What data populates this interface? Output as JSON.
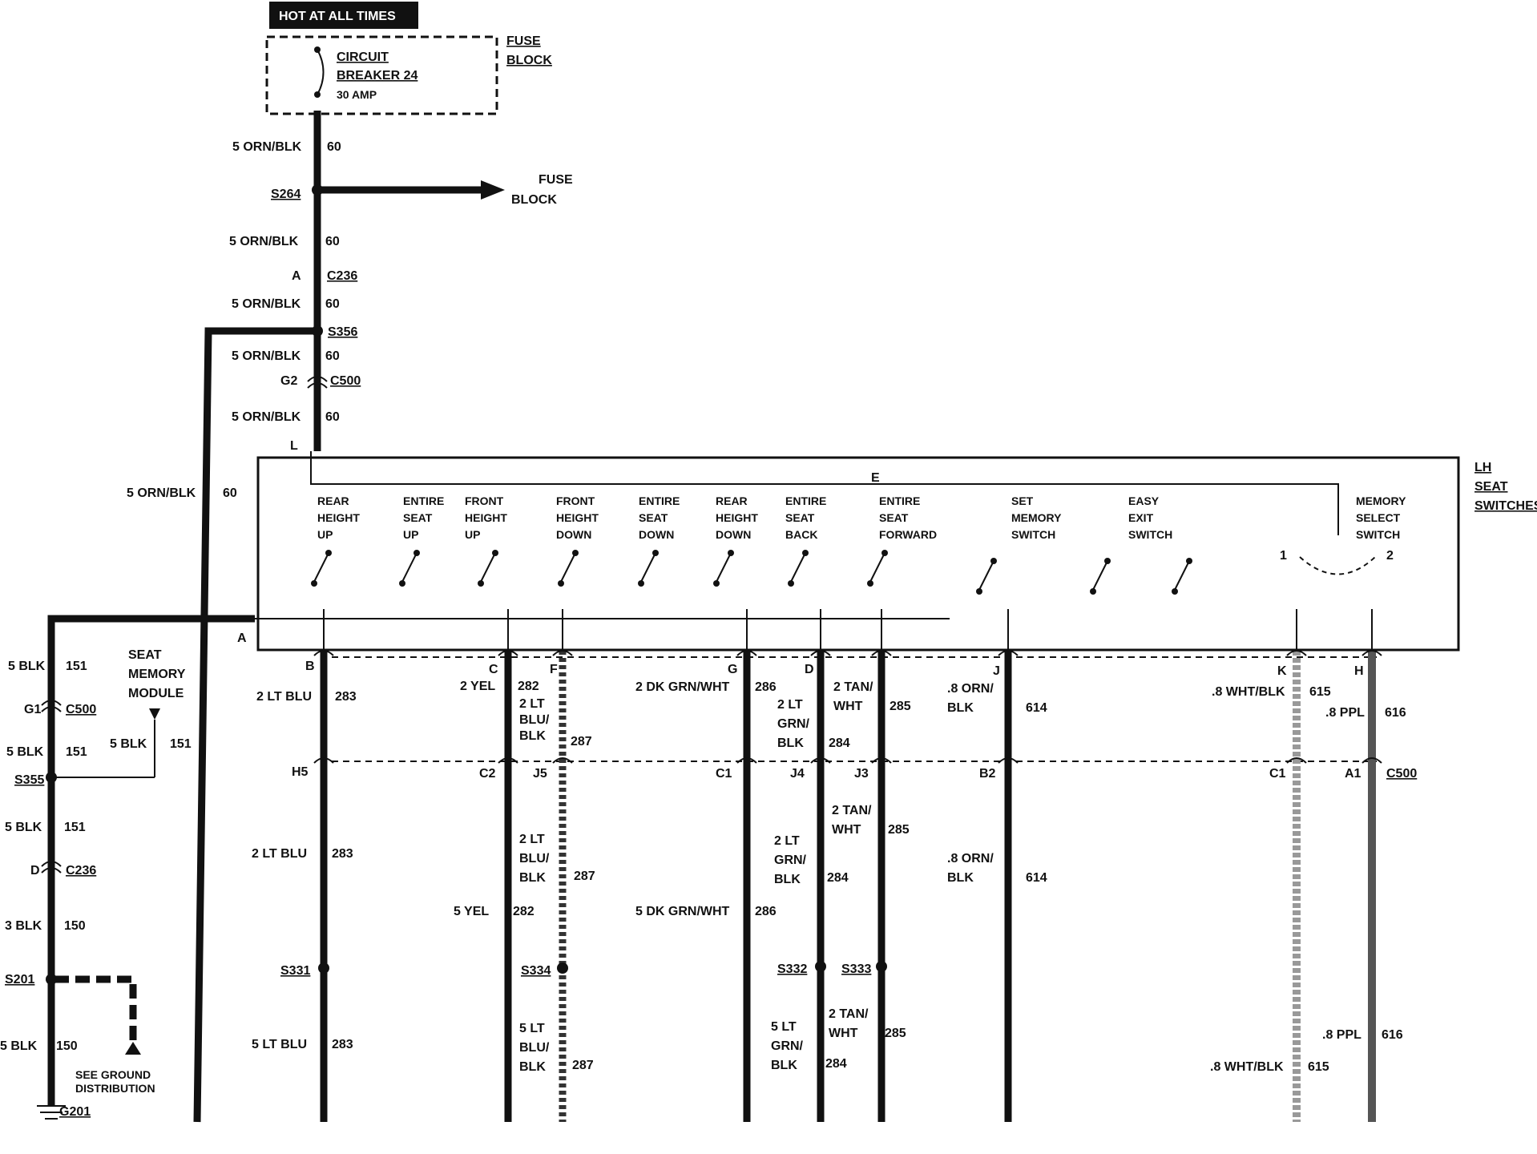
{
  "banner": "HOT AT ALL TIMES",
  "fuse_block_top": {
    "label_1": "FUSE",
    "label_2": "BLOCK",
    "breaker_1": "CIRCUIT",
    "breaker_2": "BREAKER 24",
    "rating": "30 AMP"
  },
  "fuse_block_arrow": {
    "label_1": "FUSE",
    "label_2": "BLOCK"
  },
  "main_feed": {
    "wire_1": "5 ORN/BLK",
    "circuit_1": "60",
    "splice_s264": "S264",
    "wire_2": "5 ORN/BLK",
    "circuit_2": "60",
    "pin_a": "A",
    "connector_c236": "C236",
    "wire_3": "5 ORN/BLK",
    "circuit_3": "60",
    "splice_s356": "S356",
    "wire_4": "5 ORN/BLK",
    "circuit_4": "60",
    "pin_g2": "G2",
    "connector_c500": "C500",
    "wire_5": "5 ORN/BLK",
    "circuit_5": "60",
    "pin_l": "L"
  },
  "branch_feed": {
    "wire": "5 ORN/BLK",
    "circuit": "60"
  },
  "lh_seat_switches": {
    "title_1": "LH",
    "title_2": "SEAT",
    "title_3": "SWITCHES",
    "switches": [
      {
        "l1": "REAR",
        "l2": "HEIGHT",
        "l3": "UP"
      },
      {
        "l1": "ENTIRE",
        "l2": "SEAT",
        "l3": "UP"
      },
      {
        "l1": "FRONT",
        "l2": "HEIGHT",
        "l3": "UP"
      },
      {
        "l1": "FRONT",
        "l2": "HEIGHT",
        "l3": "DOWN"
      },
      {
        "l1": "ENTIRE",
        "l2": "SEAT",
        "l3": "DOWN"
      },
      {
        "l1": "REAR",
        "l2": "HEIGHT",
        "l3": "DOWN"
      },
      {
        "l1": "ENTIRE",
        "l2": "SEAT",
        "l3": "BACK"
      },
      {
        "l1": "ENTIRE",
        "l2": "SEAT",
        "l3": "FORWARD"
      },
      {
        "l1": "SET",
        "l2": "MEMORY",
        "l3": "SWITCH"
      },
      {
        "l1": "EASY",
        "l2": "EXIT",
        "l3": "SWITCH"
      },
      {
        "l1": "MEMORY",
        "l2": "SELECT",
        "l3": "SWITCH"
      }
    ],
    "memory_pos_1": "1",
    "memory_pos_2": "2",
    "pin_a": "A"
  },
  "ground_side": {
    "wire_1": "5 BLK",
    "circuit_1": "151",
    "module_1": "SEAT",
    "module_2": "MEMORY",
    "module_3": "MODULE",
    "pin_g1": "G1",
    "connector_c500": "C500",
    "wire_2": "5 BLK",
    "circuit_2": "151",
    "module_wire": "5 BLK",
    "module_circuit": "151",
    "splice_s355": "S355",
    "wire_3": "5 BLK",
    "circuit_3": "151",
    "pin_d": "D",
    "connector_c236": "C236",
    "wire_4": "3 BLK",
    "circuit_4": "150",
    "splice_s201": "S201",
    "wire_5": "5 BLK",
    "circuit_5": "150",
    "see_1": "SEE GROUND",
    "see_2": "DISTRIBUTION",
    "ground": "G201"
  },
  "outputs": {
    "pin_b": "B",
    "pin_c": "C",
    "pin_f": "F",
    "pin_g": "G",
    "pin_d": "D",
    "pin_e": "E",
    "pin_j": "J",
    "pin_k": "K",
    "pin_h": "H",
    "w283a": "2 LT BLU",
    "c283a": "283",
    "w282a": "2 YEL",
    "c282a": "282",
    "w287a_1": "2 LT",
    "w287a_2": "BLU/",
    "w287a_3": "BLK",
    "c287a": "287",
    "w286a": "2 DK GRN/WHT",
    "c286a": "286",
    "w284a_1": "2 LT",
    "w284a_2": "GRN/",
    "w284a_3": "BLK",
    "c284a": "284",
    "w285a_1": "2 TAN/",
    "w285a_2": "WHT",
    "c285a": "285",
    "w614a_1": ".8 ORN/",
    "w614a_2": "BLK",
    "c614a": "614",
    "w615a": ".8 WHT/BLK",
    "c615a": "615",
    "w616a": ".8 PPL",
    "c616a": "616",
    "pin_h5": "H5",
    "pin_c2": "C2",
    "pin_j5": "J5",
    "pin_c1": "C1",
    "pin_j4": "J4",
    "pin_j3": "J3",
    "pin_b2": "B2",
    "pin_c1b": "C1",
    "pin_a1": "A1",
    "connector_c500": "C500",
    "w283b": "2 LT BLU",
    "c283b": "283",
    "w287b_1": "2 LT",
    "w287b_2": "BLU/",
    "w287b_3": "BLK",
    "c287b": "287",
    "w284b_1": "2 LT",
    "w284b_2": "GRN/",
    "w284b_3": "BLK",
    "c284b": "284",
    "w285b_1": "2 TAN/",
    "w285b_2": "WHT",
    "c285b": "285",
    "w614b_1": ".8 ORN/",
    "w614b_2": "BLK",
    "c614b": "614",
    "w282b": "5 YEL",
    "c282b": "282",
    "w286b": "5 DK GRN/WHT",
    "c286b": "286",
    "s331": "S331",
    "s334": "S334",
    "s332": "S332",
    "s333": "S333",
    "w283c": "5 LT BLU",
    "c283c": "283",
    "w287c_1": "5 LT",
    "w287c_2": "BLU/",
    "w287c_3": "BLK",
    "c287c": "287",
    "w284c_1": "5 LT",
    "w284c_2": "GRN/",
    "w284c_3": "BLK",
    "c284c": "284",
    "w285c_1": "2 TAN/",
    "w285c_2": "WHT",
    "c285c": "285",
    "w616c": ".8 PPL",
    "c616c": "616",
    "w615c": ".8 WHT/BLK",
    "c615c": "615"
  }
}
